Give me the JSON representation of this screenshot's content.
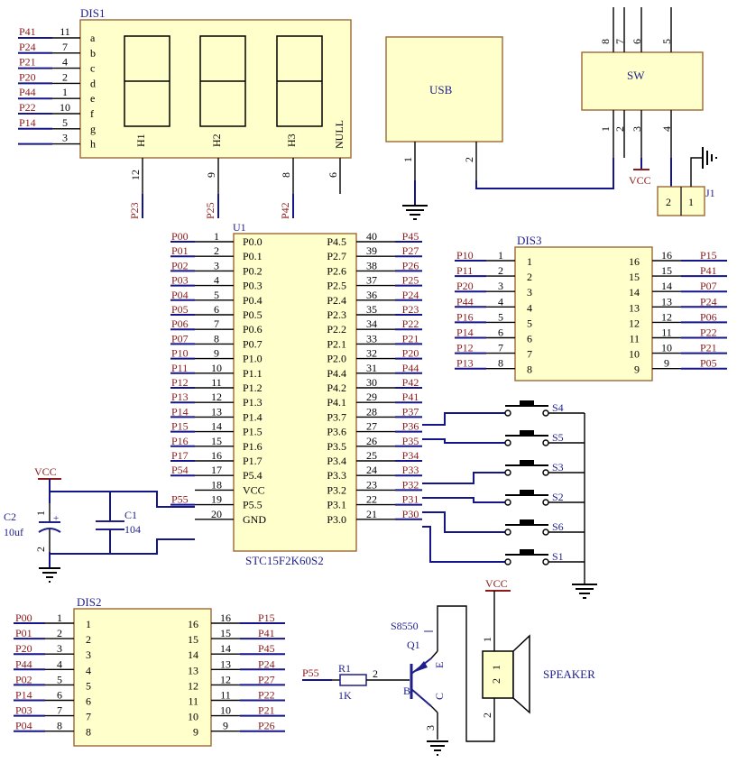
{
  "dis1": {
    "ref": "DIS1",
    "segments": [
      "a",
      "b",
      "c",
      "d",
      "e",
      "f",
      "g",
      "h"
    ],
    "left_pins": [
      {
        "net": "P41",
        "num": "11"
      },
      {
        "net": "P24",
        "num": "7"
      },
      {
        "net": "P21",
        "num": "4"
      },
      {
        "net": "P20",
        "num": "2"
      },
      {
        "net": "P44",
        "num": "1"
      },
      {
        "net": "P22",
        "num": "10"
      },
      {
        "net": "P14",
        "num": "5"
      },
      {
        "net": "",
        "num": "3"
      }
    ],
    "digit_labels": [
      "H1",
      "H2",
      "H3",
      "NULL"
    ],
    "bottom_pins": [
      {
        "num": "12",
        "net": "P23"
      },
      {
        "num": "9",
        "net": "P25"
      },
      {
        "num": "8",
        "net": "P42"
      },
      {
        "num": "6",
        "net": ""
      }
    ]
  },
  "usb": {
    "label": "USB",
    "pins": [
      "1",
      "2"
    ]
  },
  "sw": {
    "label": "SW",
    "top_pins": [
      "8",
      "7",
      "6",
      "5"
    ],
    "bottom_pins": [
      "1",
      "2",
      "3",
      "4"
    ],
    "vcc": "VCC"
  },
  "j1": {
    "ref": "J1",
    "pins": [
      "2",
      "1"
    ]
  },
  "u1": {
    "ref": "U1",
    "part": "STC15F2K60S2",
    "left_pins": [
      {
        "net": "P00",
        "num": "1",
        "name": "P0.0"
      },
      {
        "net": "P01",
        "num": "2",
        "name": "P0.1"
      },
      {
        "net": "P02",
        "num": "3",
        "name": "P0.2"
      },
      {
        "net": "P03",
        "num": "4",
        "name": "P0.3"
      },
      {
        "net": "P04",
        "num": "5",
        "name": "P0.4"
      },
      {
        "net": "P05",
        "num": "6",
        "name": "P0.5"
      },
      {
        "net": "P06",
        "num": "7",
        "name": "P0.6"
      },
      {
        "net": "P07",
        "num": "8",
        "name": "P0.7"
      },
      {
        "net": "P10",
        "num": "9",
        "name": "P1.0"
      },
      {
        "net": "P11",
        "num": "10",
        "name": "P1.1"
      },
      {
        "net": "P12",
        "num": "11",
        "name": "P1.2"
      },
      {
        "net": "P13",
        "num": "12",
        "name": "P1.3"
      },
      {
        "net": "P14",
        "num": "13",
        "name": "P1.4"
      },
      {
        "net": "P15",
        "num": "14",
        "name": "P1.5"
      },
      {
        "net": "P16",
        "num": "15",
        "name": "P1.6"
      },
      {
        "net": "P17",
        "num": "16",
        "name": "P1.7"
      },
      {
        "net": "P54",
        "num": "17",
        "name": "P5.4"
      },
      {
        "net": "",
        "num": "18",
        "name": "VCC"
      },
      {
        "net": "P55",
        "num": "19",
        "name": "P5.5"
      },
      {
        "net": "",
        "num": "20",
        "name": "GND"
      }
    ],
    "right_pins": [
      {
        "name": "P4.5",
        "num": "40",
        "net": "P45"
      },
      {
        "name": "P2.7",
        "num": "39",
        "net": "P27"
      },
      {
        "name": "P2.6",
        "num": "38",
        "net": "P26"
      },
      {
        "name": "P2.5",
        "num": "37",
        "net": "P25"
      },
      {
        "name": "P2.4",
        "num": "36",
        "net": "P24"
      },
      {
        "name": "P2.3",
        "num": "35",
        "net": "P23"
      },
      {
        "name": "P2.2",
        "num": "34",
        "net": "P22"
      },
      {
        "name": "P2.1",
        "num": "33",
        "net": "P21"
      },
      {
        "name": "P2.0",
        "num": "32",
        "net": "P20"
      },
      {
        "name": "P4.4",
        "num": "31",
        "net": "P44"
      },
      {
        "name": "P4.2",
        "num": "30",
        "net": "P42"
      },
      {
        "name": "P4.1",
        "num": "29",
        "net": "P41"
      },
      {
        "name": "P3.7",
        "num": "28",
        "net": "P37"
      },
      {
        "name": "P3.6",
        "num": "27",
        "net": "P36"
      },
      {
        "name": "P3.5",
        "num": "26",
        "net": "P35"
      },
      {
        "name": "P3.4",
        "num": "25",
        "net": "P34"
      },
      {
        "name": "P3.3",
        "num": "24",
        "net": "P33"
      },
      {
        "name": "P3.2",
        "num": "23",
        "net": "P32"
      },
      {
        "name": "P3.1",
        "num": "22",
        "net": "P31"
      },
      {
        "name": "P3.0",
        "num": "21",
        "net": "P30"
      }
    ]
  },
  "dis3": {
    "ref": "DIS3",
    "left_pins": [
      {
        "net": "P10",
        "num": "1"
      },
      {
        "net": "P11",
        "num": "2"
      },
      {
        "net": "P20",
        "num": "3"
      },
      {
        "net": "P44",
        "num": "4"
      },
      {
        "net": "P16",
        "num": "5"
      },
      {
        "net": "P14",
        "num": "6"
      },
      {
        "net": "P12",
        "num": "7"
      },
      {
        "net": "P13",
        "num": "8"
      }
    ],
    "right_pins": [
      {
        "num": "16",
        "net": "P15"
      },
      {
        "num": "15",
        "net": "P41"
      },
      {
        "num": "14",
        "net": "P07"
      },
      {
        "num": "13",
        "net": "P24"
      },
      {
        "num": "12",
        "net": "P06"
      },
      {
        "num": "11",
        "net": "P22"
      },
      {
        "num": "10",
        "net": "P21"
      },
      {
        "num": "9",
        "net": "P05"
      }
    ]
  },
  "dis2": {
    "ref": "DIS2",
    "left_pins": [
      {
        "net": "P00",
        "num": "1"
      },
      {
        "net": "P01",
        "num": "2"
      },
      {
        "net": "P20",
        "num": "3"
      },
      {
        "net": "P44",
        "num": "4"
      },
      {
        "net": "P02",
        "num": "5"
      },
      {
        "net": "P14",
        "num": "6"
      },
      {
        "net": "P03",
        "num": "7"
      },
      {
        "net": "P04",
        "num": "8"
      }
    ],
    "right_pins": [
      {
        "num": "16",
        "net": "P15"
      },
      {
        "num": "15",
        "net": "P41"
      },
      {
        "num": "14",
        "net": "P45"
      },
      {
        "num": "13",
        "net": "P24"
      },
      {
        "num": "12",
        "net": "P27"
      },
      {
        "num": "11",
        "net": "P22"
      },
      {
        "num": "10",
        "net": "P21"
      },
      {
        "num": "9",
        "net": "P26"
      }
    ]
  },
  "switches": [
    "S4",
    "S5",
    "S3",
    "S2",
    "S6",
    "S1"
  ],
  "caps": {
    "vcc": "VCC",
    "c2_ref": "C2",
    "c2_value": "10uf",
    "c1_ref": "C1",
    "c1_value": "104",
    "c2_pin1": "1",
    "c2_pin2": "2"
  },
  "speaker_circuit": {
    "net": "P55",
    "r_ref": "R1",
    "r_value": "1K",
    "r_pin2": "2",
    "q_part": "S8550",
    "q_ref": "Q1",
    "q_b": "B",
    "q_c": "C",
    "q_e": "E",
    "q_pin3": "3",
    "vcc": "VCC",
    "spk_pin1": "1",
    "spk_pin2": "2",
    "spk_inner_2": "2",
    "spk_inner_1": "1",
    "speaker": "SPEAKER"
  }
}
